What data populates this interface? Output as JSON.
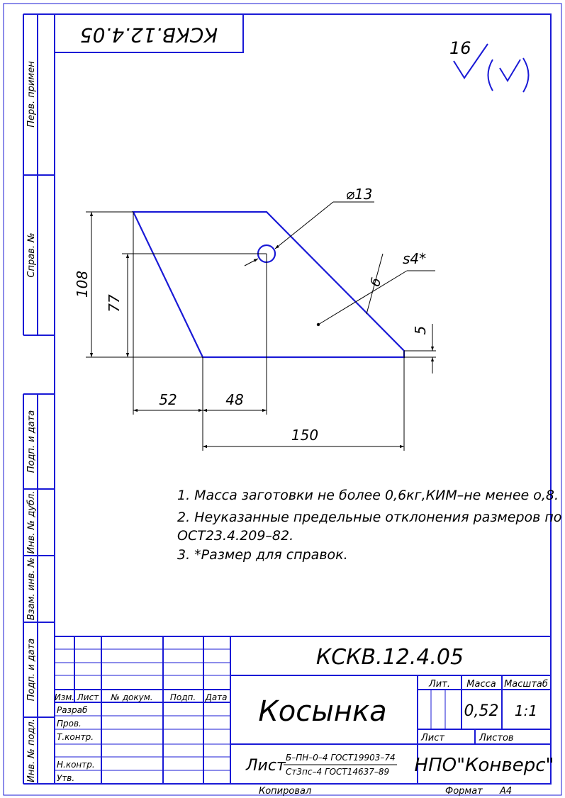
{
  "drawing": {
    "code_stamp_top": "КСКВ.12.4.05",
    "roughness": {
      "value": "16"
    },
    "dimensions": {
      "hole_diameter": "⌀13",
      "thickness": "s4*",
      "height_total": "108",
      "height_hole": "77",
      "width_left": "52",
      "width_hole": "48",
      "width_bottom": "150",
      "chamfer_offset": "5",
      "detail_ref": "б"
    },
    "notes": [
      "1. Масса заготовки не более 0,6кг,КИМ–не менее о,8.",
      "2. Неуказанные предельные отклонения размеров по",
      "ОСТ23.4.209–82.",
      "3.   *Размер для справок."
    ]
  },
  "left_strip": {
    "perv_primen": "Перв. примен",
    "sprav_no": "Справ. №",
    "podp_data_1": "Подп. и дата",
    "inv_dubl": "Инв. № дубл.",
    "vzam_inv": "Взам. инв. №",
    "podp_data_2": "Подп. и дата",
    "inv_podl": "Инв. № подл."
  },
  "title_block": {
    "code": "КСКВ.12.4.05",
    "name": "Косынка",
    "header": {
      "izm": "Изм.",
      "list": "Лист",
      "doc": "№ докум.",
      "podp": "Подп.",
      "data": "Дата"
    },
    "roles": {
      "razrab": "Разраб",
      "prov": "Пров.",
      "tkontr": "Т.контр.",
      "nkontr": "Н.контр.",
      "utv": "Утв."
    },
    "lit_label": "Лит.",
    "mass_label": "Масса",
    "scale_label": "Масштаб",
    "mass_value": "0,52",
    "scale_value": "1:1",
    "sheet_label": "Лист",
    "sheets_label": "Листов",
    "material_label": "Лист",
    "material_top": "Б–ПН–0–4  ГОСТ19903–74",
    "material_bottom": "Ст3пс–4  ГОСТ14637–89",
    "organization": "НПО\"Конверс\""
  },
  "footer": {
    "copied": "Копировал",
    "format_label": "Формат",
    "format_value": "А4"
  }
}
